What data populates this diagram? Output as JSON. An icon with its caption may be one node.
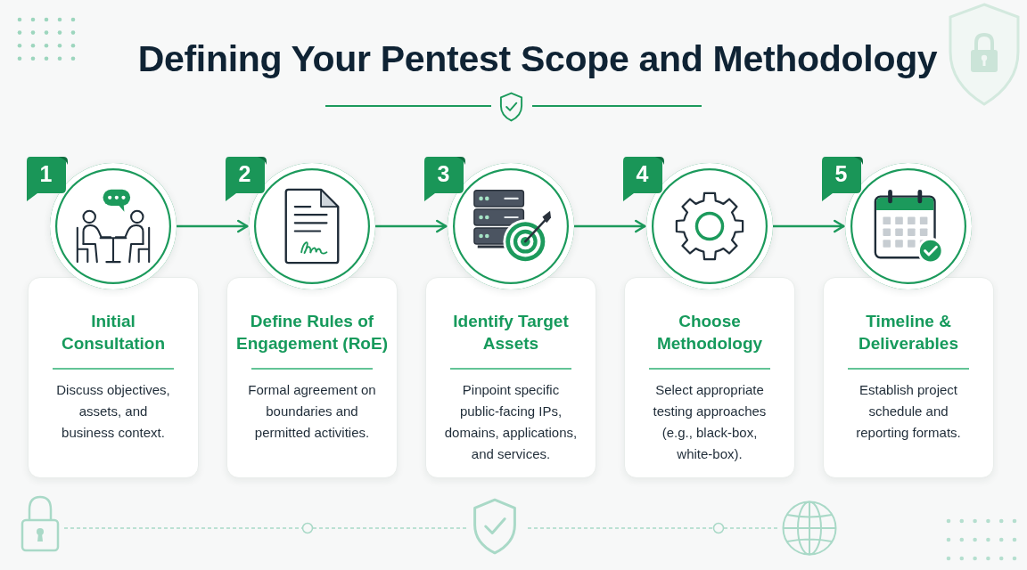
{
  "diagram": {
    "title": "Defining Your Pentest Scope and Methodology",
    "nodes": [
      {
        "text": [
          "1"
        ]
      },
      {
        "text": [],
        "shape": "circle"
      },
      {
        "text": [
          "Initial Consultation",
          "Discuss objectives, assets, and business context."
        ]
      },
      {
        "text": [
          "2"
        ]
      },
      {
        "text": [],
        "shape": "circle"
      },
      {
        "text": [
          "Define Rules of Engagement (RoE)",
          "Formal agreement on boundaries and permitted activities."
        ]
      },
      {
        "text": [
          "3"
        ]
      },
      {
        "text": [],
        "shape": "circle"
      },
      {
        "text": [
          "Identify Target Assets",
          "Pinpoint specific public-facing IPs, domains, applications, and services."
        ]
      },
      {
        "text": [
          "4"
        ]
      },
      {
        "text": [],
        "shape": "circle"
      },
      {
        "text": [
          "Choose Methodology",
          "Select appropriate testing approaches (e.g., black-box, white-box)."
        ]
      },
      {
        "text": [
          "5"
        ]
      },
      {
        "text": [],
        "shape": "circle"
      },
      {
        "text": [
          "Timeline & Deliverables",
          "Establish project schedule and reporting formats."
        ]
      }
    ],
    "edges": [
      {
        "from": 1,
        "to": 4,
        "arrow": "to"
      },
      {
        "from": 4,
        "to": 7,
        "arrow": "to"
      },
      {
        "from": 7,
        "to": 10,
        "arrow": "to"
      },
      {
        "from": 10,
        "to": 13,
        "arrow": "to"
      }
    ]
  }
}
